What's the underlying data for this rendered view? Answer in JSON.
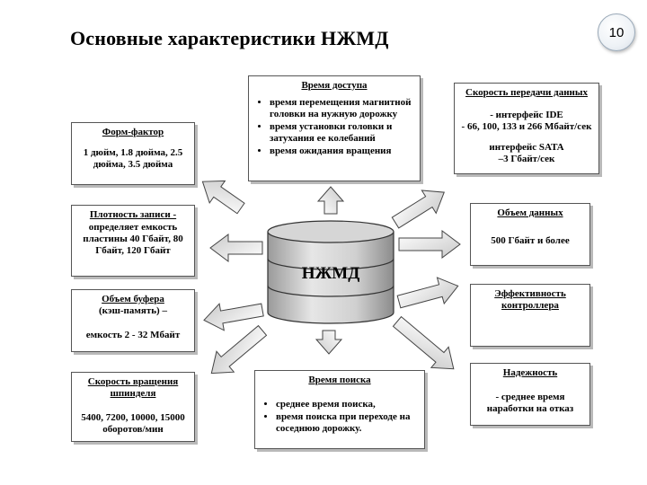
{
  "title": "Основные характеристики НЖМД",
  "page_number": "10",
  "center": "НЖМД",
  "boxes": {
    "access_time": {
      "head": "Время доступа",
      "items": [
        "время перемещения магнитной головки на нужную дорожку",
        "время установки головки и затухания ее колебаний",
        "время ожидания вращения"
      ]
    },
    "transfer_speed": {
      "head": "Скорость передачи данных",
      "lines": [
        "- интерфейс IDE",
        "- 66, 100, 133 и 266 Мбайт/сек",
        "интерфейс SATA",
        "–3 Гбайт/сек"
      ]
    },
    "form_factor": {
      "head": "Форм-фактор",
      "text": "1 дюйм, 1.8 дюйма, 2.5 дюйма, 3.5 дюйма"
    },
    "density": {
      "head": "Плотность записи -",
      "text": "определяет емкость пластины 40 Гбайт, 80 Гбайт, 120 Гбайт"
    },
    "capacity": {
      "head": "Объем данных",
      "text": "500 Гбайт и более"
    },
    "buffer": {
      "head": "Объем буфера",
      "line1": "(кэш-память) –",
      "line2": "емкость 2 - 32 Мбайт"
    },
    "controller": {
      "head": "Эффективность контроллера"
    },
    "spindle": {
      "head": "Скорость вращения шпинделя",
      "text": "5400, 7200, 10000, 15000 оборотов/мин"
    },
    "seek_time": {
      "head": "Время поиска",
      "items": [
        "среднее время поиска,",
        "время поиска при переходе на соседнюю дорожку."
      ]
    },
    "reliability": {
      "head": "Надежность",
      "text": "- среднее время наработки на отказ"
    }
  }
}
